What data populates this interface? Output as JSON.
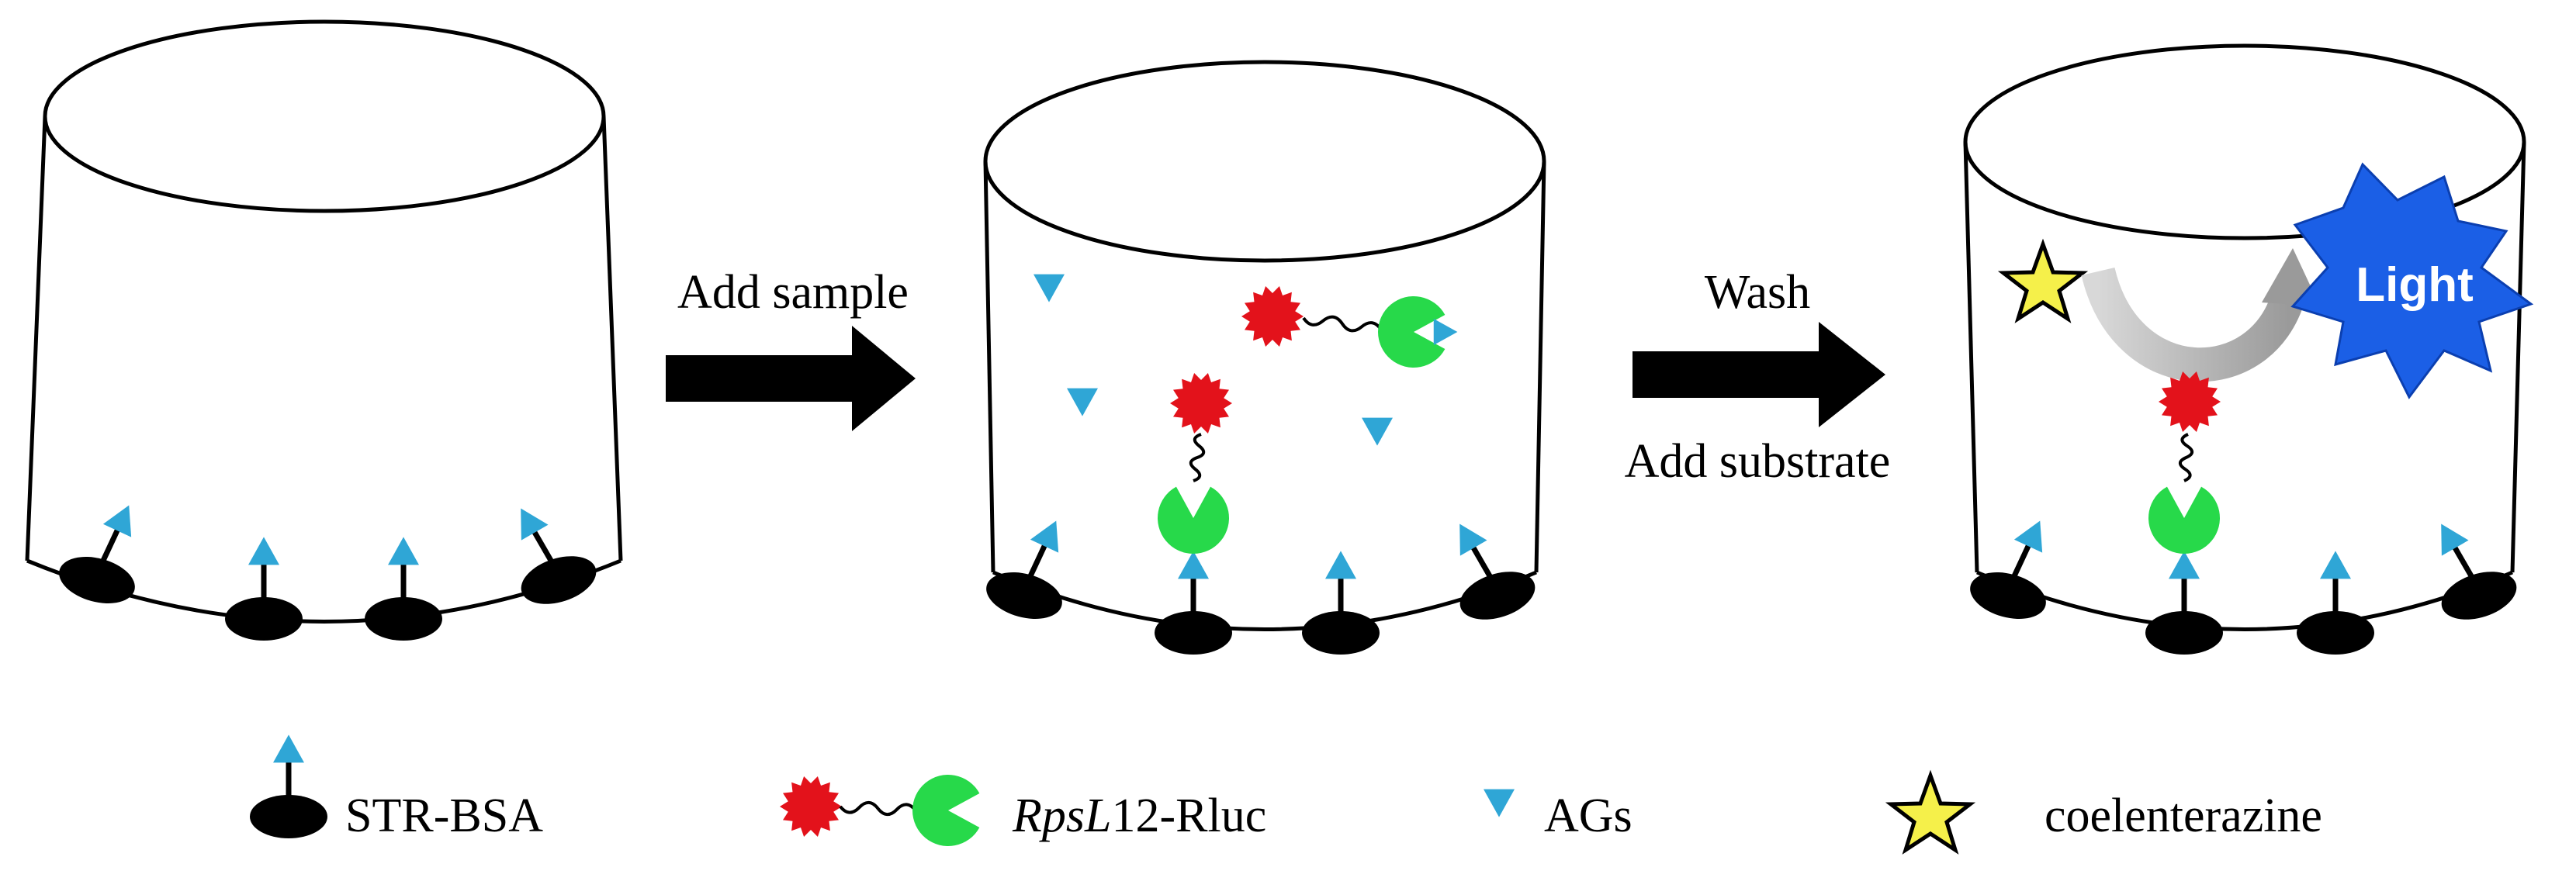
{
  "steps": {
    "step1": {
      "line1": "Add sample"
    },
    "step2": {
      "line1": "Wash",
      "line2": "Add substrate"
    }
  },
  "light_label": "Light",
  "legend": {
    "str_bsa": "STR-BSA",
    "rpsl_italic": "RpsL",
    "rpsl_rest": "12-Rluc",
    "ags": "AGs",
    "coelenterazine": "coelenterazine"
  },
  "colors": {
    "blue_triangle": "#2fa6d6",
    "red_luciferase": "#e3121b",
    "green_protein": "#27d94a",
    "star_fill": "#f5f04a",
    "burst": "#1b5fe6",
    "arrow_grey": "#b5b5b5",
    "ink": "#000000"
  }
}
